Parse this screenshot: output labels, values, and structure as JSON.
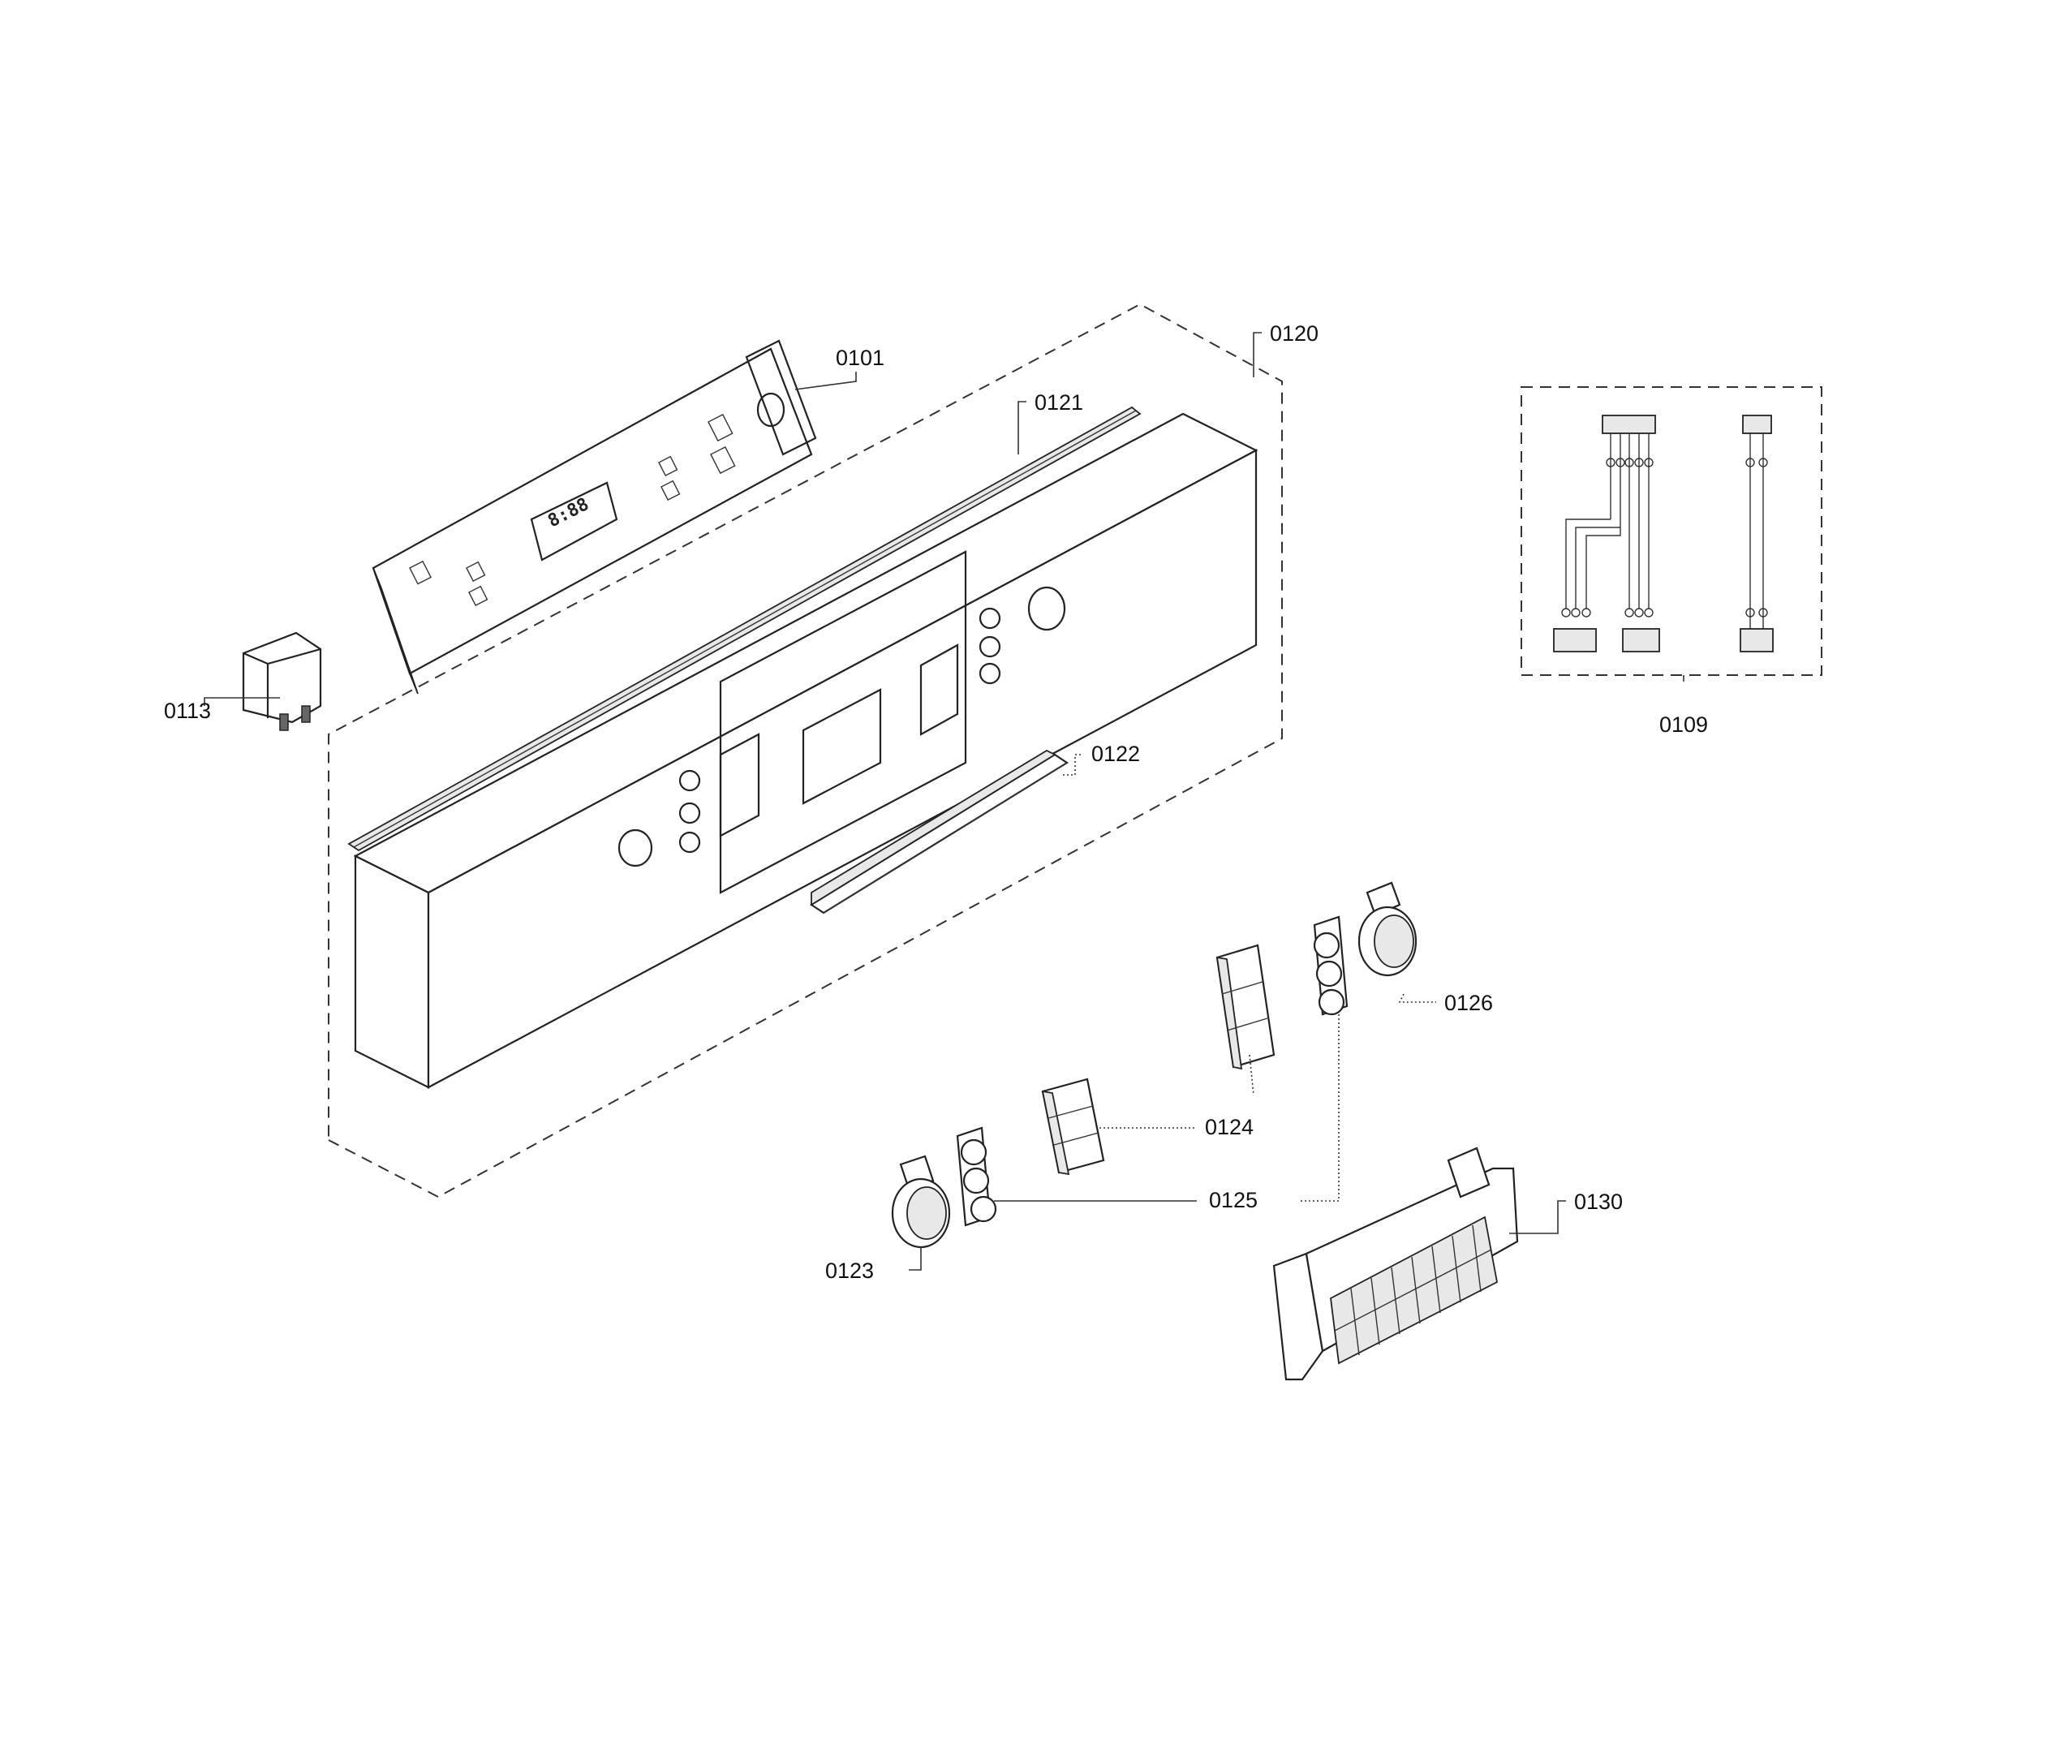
{
  "diagram": {
    "labels": {
      "p0101": "0101",
      "p0109": "0109",
      "p0113": "0113",
      "p0120": "0120",
      "p0121": "0121",
      "p0122": "0122",
      "p0123": "0123",
      "p0124": "0124",
      "p0125": "0125",
      "p0126": "0126",
      "p0130": "0130"
    },
    "display_readout": "8:88"
  },
  "colors": {
    "line": "#222222",
    "background": "#ffffff",
    "shade": "#e8e8e8"
  }
}
